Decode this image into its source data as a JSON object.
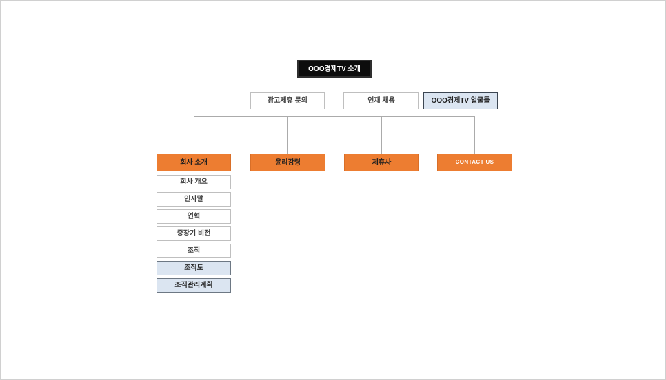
{
  "palette": {
    "section_orange": "#ED7D31",
    "highlight_blue": "#DBE5F1",
    "root_black": "#0D0D0D",
    "box_border_gray": "#BFBFBF",
    "connector_gray": "#ABABAB",
    "canvas_background": "#FFFFFF"
  },
  "orgchart": {
    "root": {
      "label": "OOO경제TV 소개"
    },
    "secondary": [
      {
        "label": "광고제휴 문의"
      },
      {
        "label": "인재 채용"
      },
      {
        "label": "OOO경제TV 얼굴들"
      }
    ],
    "sections": [
      {
        "label": "회사 소개"
      },
      {
        "label": "윤리강령"
      },
      {
        "label": "제휴사"
      },
      {
        "label": "CONTACT US"
      }
    ],
    "company_sub": [
      {
        "label": "회사 개요"
      },
      {
        "label": "인사말"
      },
      {
        "label": "연혁"
      },
      {
        "label": "중장기 비전"
      },
      {
        "label": "조직"
      },
      {
        "label": "조직도"
      },
      {
        "label": "조직관리계획"
      }
    ]
  }
}
